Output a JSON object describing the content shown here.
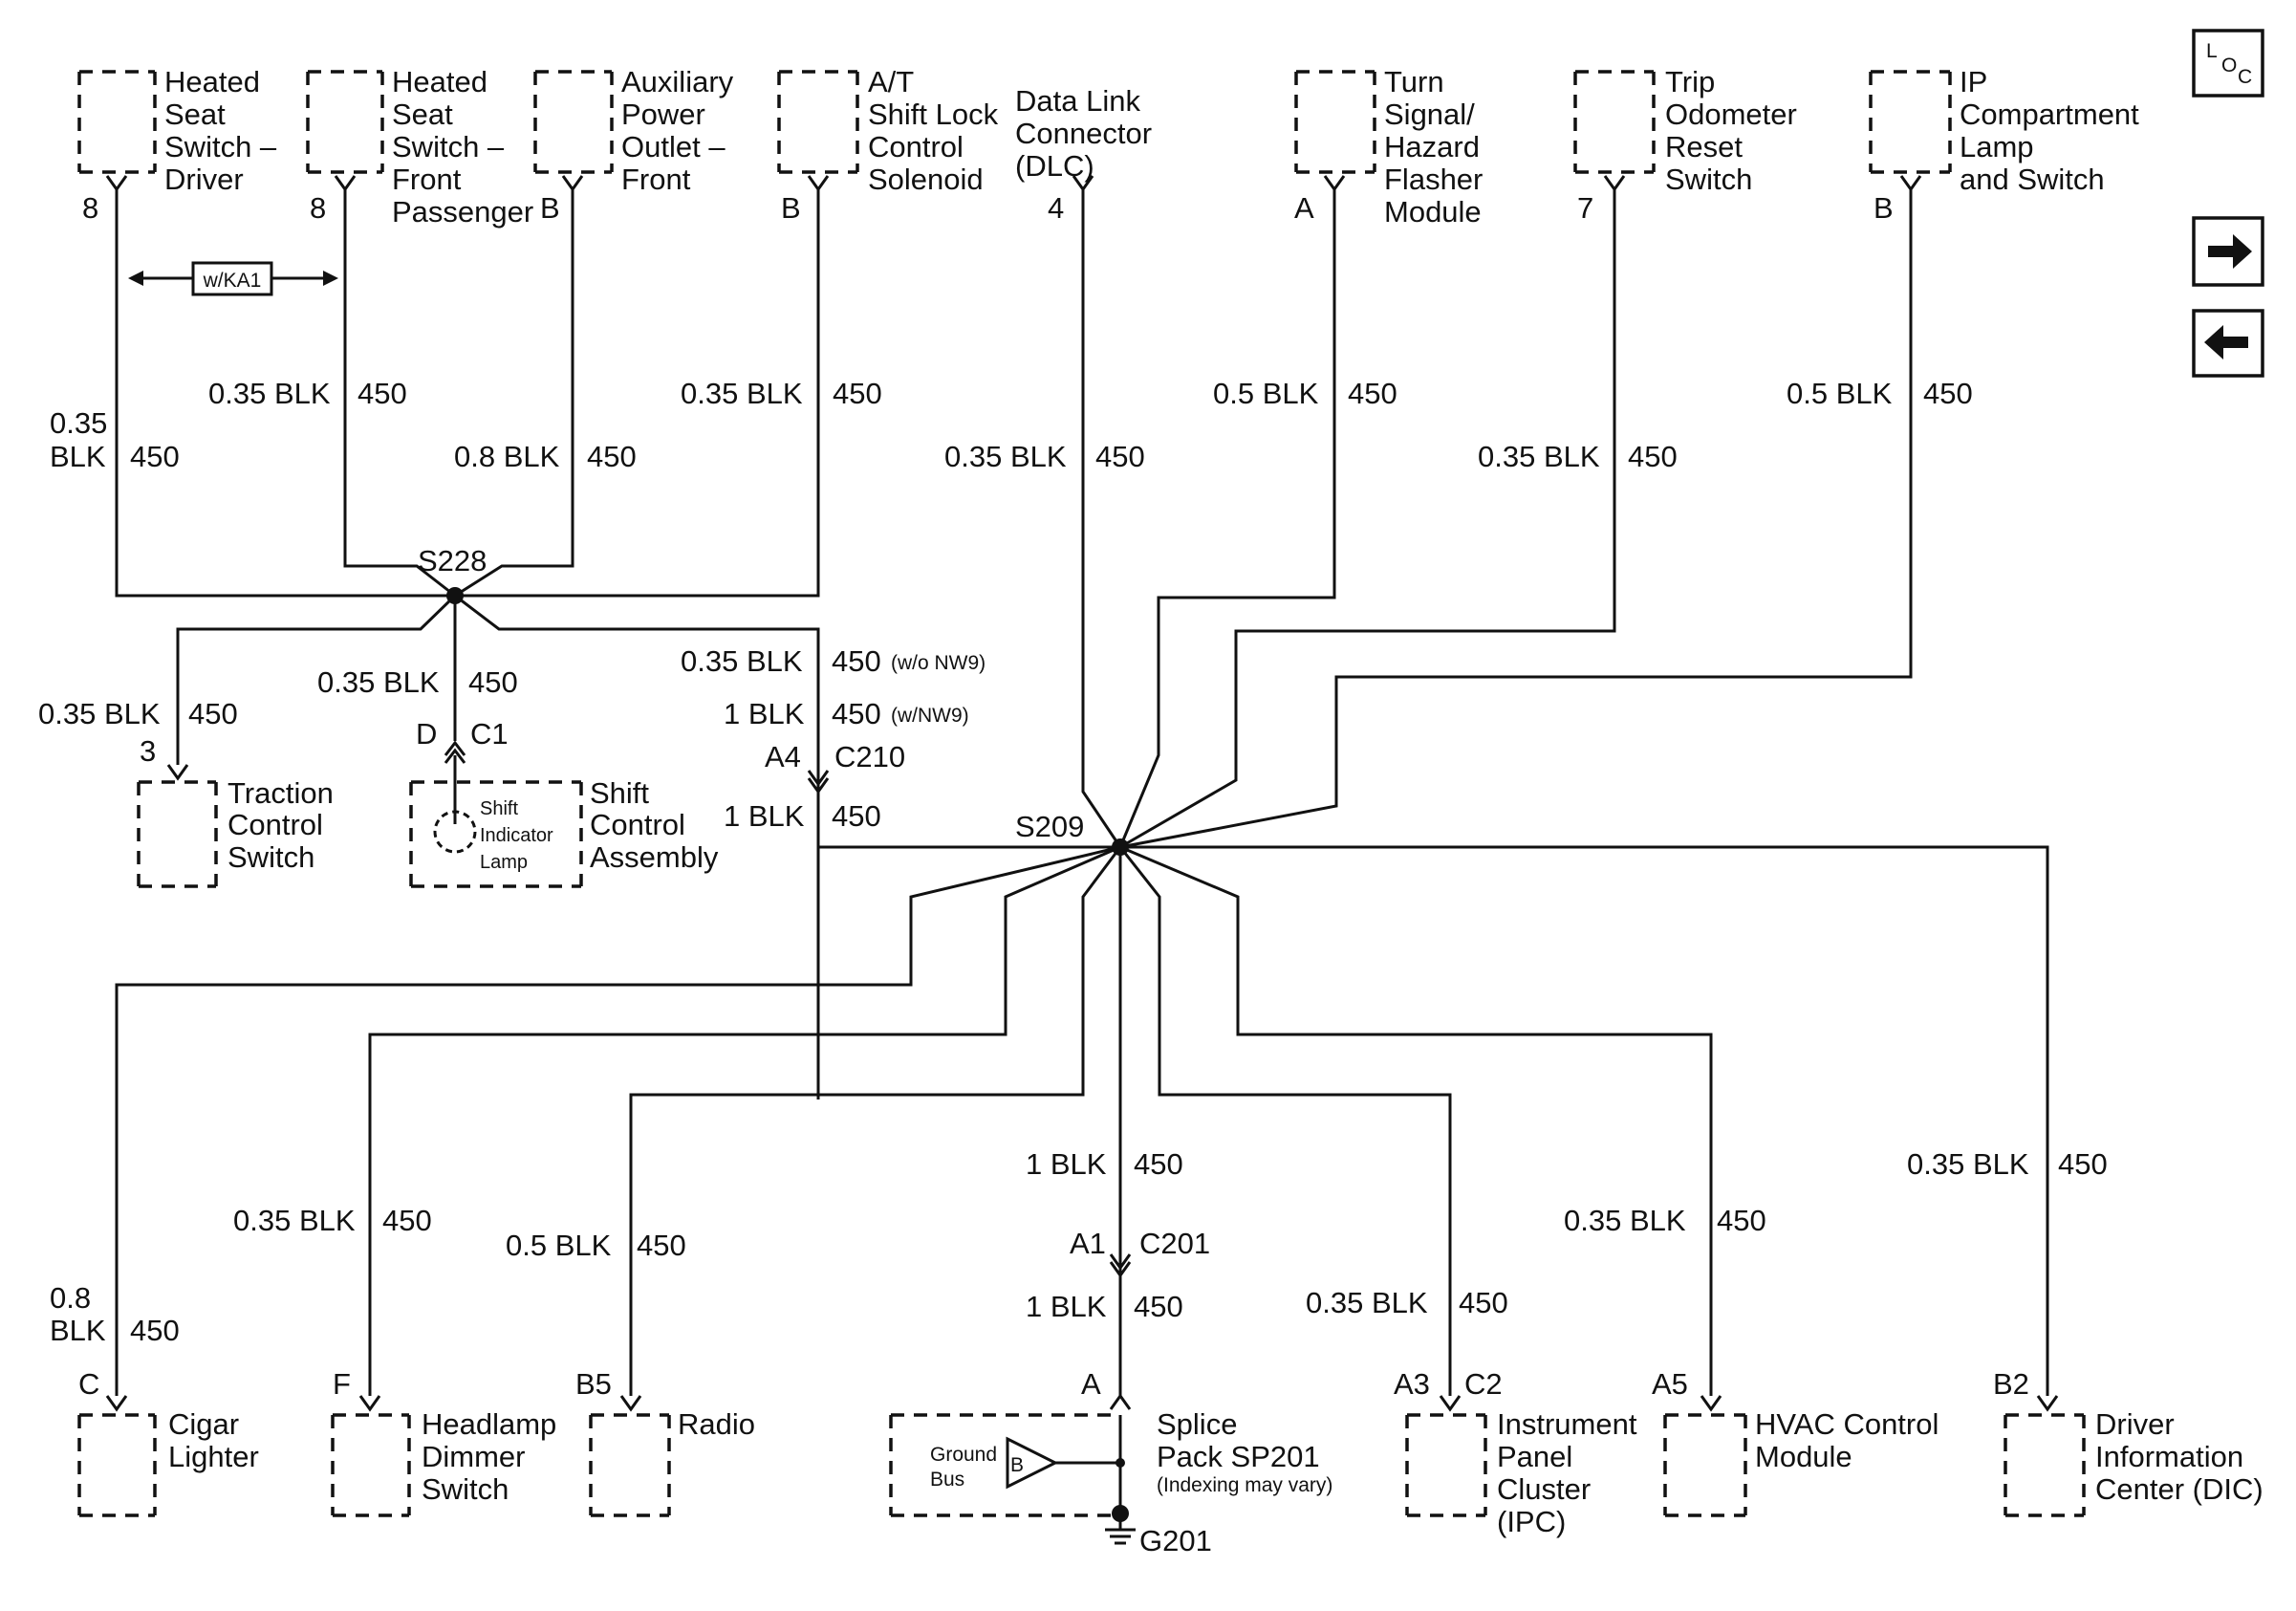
{
  "nav": {
    "loc_l": "L",
    "loc_o": "O",
    "loc_c": "C",
    "next_icon": "arrow-right-icon",
    "prev_icon": "arrow-left-icon"
  },
  "splices": {
    "s228": "S228",
    "s209": "S209"
  },
  "top_components": [
    {
      "id": "heated-seat-driver",
      "lines": [
        "Heated",
        "Seat",
        "Switch –",
        "Driver"
      ],
      "pin": "8",
      "wire": [
        "0.35",
        "BLK",
        "450"
      ]
    },
    {
      "id": "heated-seat-passenger",
      "lines": [
        "Heated",
        "Seat",
        "Switch –",
        "Front",
        "Passenger"
      ],
      "pin": "8",
      "wire": [
        "0.35 BLK",
        "450"
      ]
    },
    {
      "id": "aux-power-outlet",
      "lines": [
        "Auxiliary",
        "Power",
        "Outlet –",
        "Front"
      ],
      "pin": "B",
      "wire": [
        "0.8 BLK",
        "450"
      ]
    },
    {
      "id": "at-shift-lock",
      "lines": [
        "A/T",
        "Shift Lock",
        "Control",
        "Solenoid"
      ],
      "pin": "B",
      "wire": [
        "0.35 BLK",
        "450"
      ]
    },
    {
      "id": "data-link-connector",
      "lines": [
        "Data Link",
        "Connector",
        "(DLC)"
      ],
      "pin": "4",
      "wire": [
        "0.35 BLK",
        "450"
      ]
    },
    {
      "id": "turn-signal-flasher",
      "lines": [
        "Turn",
        "Signal/",
        "Hazard",
        "Flasher",
        "Module"
      ],
      "pin": "A",
      "wire": [
        "0.5 BLK",
        "450"
      ]
    },
    {
      "id": "trip-odometer-reset",
      "lines": [
        "Trip",
        "Odometer",
        "Reset",
        "Switch"
      ],
      "pin": "7",
      "wire": [
        "0.35 BLK",
        "450"
      ]
    },
    {
      "id": "ip-compartment-lamp",
      "lines": [
        "IP",
        "Compartment",
        "Lamp",
        "and Switch"
      ],
      "pin": "B",
      "wire": [
        "0.5 BLK",
        "450"
      ]
    }
  ],
  "option_ka1": "w/KA1",
  "mid_components": {
    "traction": {
      "lines": [
        "Traction",
        "Control",
        "Switch"
      ],
      "pin": "3",
      "wire": [
        "0.35 BLK",
        "450"
      ]
    },
    "shift_control": {
      "lines": [
        "Shift",
        "Control",
        "Assembly"
      ],
      "inner": [
        "Shift",
        "Indicator",
        "Lamp"
      ],
      "pin": "D",
      "conn": "C1",
      "wire": [
        "0.35 BLK",
        "450"
      ]
    },
    "s228_to_s209": {
      "wire1": [
        "0.35 BLK",
        "450",
        "(w/o NW9)"
      ],
      "wire2": [
        "1 BLK",
        "450",
        "(w/NW9)"
      ],
      "pin": "A4",
      "conn": "C210",
      "wire3": [
        "1 BLK",
        "450"
      ]
    }
  },
  "bottom_components": [
    {
      "id": "cigar-lighter",
      "lines": [
        "Cigar",
        "Lighter"
      ],
      "pin": "C",
      "wire": [
        "0.8",
        "BLK",
        "450"
      ]
    },
    {
      "id": "headlamp-dimmer",
      "lines": [
        "Headlamp",
        "Dimmer",
        "Switch"
      ],
      "pin": "F",
      "wire": [
        "0.35 BLK",
        "450"
      ]
    },
    {
      "id": "radio",
      "lines": [
        "Radio"
      ],
      "pin": "B5",
      "wire": [
        "0.5 BLK",
        "450"
      ]
    },
    {
      "id": "splice-pack",
      "lines": [
        "Splice",
        "Pack SP201",
        "(Indexing may vary)"
      ],
      "pin": "A",
      "wire_top": [
        "1 BLK",
        "450"
      ],
      "conn_pin": "A1",
      "conn": "C201",
      "wire": [
        "1 BLK",
        "450"
      ],
      "ground_bus": [
        "Ground",
        "Bus"
      ],
      "bus_pin": "B",
      "ground": "G201"
    },
    {
      "id": "instrument-panel-cluster",
      "lines": [
        "Instrument",
        "Panel",
        "Cluster",
        "(IPC)"
      ],
      "pin": "A3",
      "conn": "C2",
      "wire": [
        "0.35 BLK",
        "450"
      ]
    },
    {
      "id": "hvac-control",
      "lines": [
        "HVAC Control",
        "Module"
      ],
      "pin": "A5",
      "wire": [
        "0.35 BLK",
        "450"
      ]
    },
    {
      "id": "driver-info-center",
      "lines": [
        "Driver",
        "Information",
        "Center (DIC)"
      ],
      "pin": "B2",
      "wire": [
        "0.35 BLK",
        "450"
      ]
    }
  ]
}
